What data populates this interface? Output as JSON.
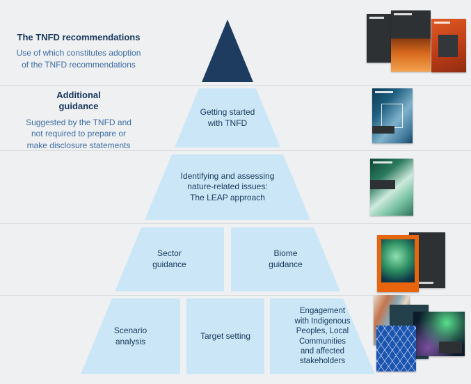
{
  "colors": {
    "background": "#eef0f2",
    "pyramid_dark_navy": "#1e3c60",
    "pyramid_light_blue": "#cbe7f7",
    "heading_navy": "#17375c",
    "body_blue": "#3e6ca5",
    "divider_gray": "#d7d9db",
    "accent_orange": "#e8650d"
  },
  "left_column": {
    "recommendations": {
      "heading": "The TNFD recommendations",
      "body": "Use of which constitutes adoption\nof the TNFD recommendations"
    },
    "additional_guidance": {
      "heading": "Additional\nguidance",
      "body": "Suggested by the TNFD and\nnot required to prepare or\nmake disclosure statements"
    }
  },
  "pyramid": {
    "getting_started": "Getting started\nwith TNFD",
    "leap": "Identifying and assessing\nnature-related issues:\nThe LEAP approach",
    "sector": "Sector\nguidance",
    "biome": "Biome\nguidance",
    "scenario": "Scenario\nanalysis",
    "target": "Target setting",
    "engagement": "Engagement\nwith Indigenous\nPeoples, Local\nCommunities\nand affected\nstakeholders"
  }
}
